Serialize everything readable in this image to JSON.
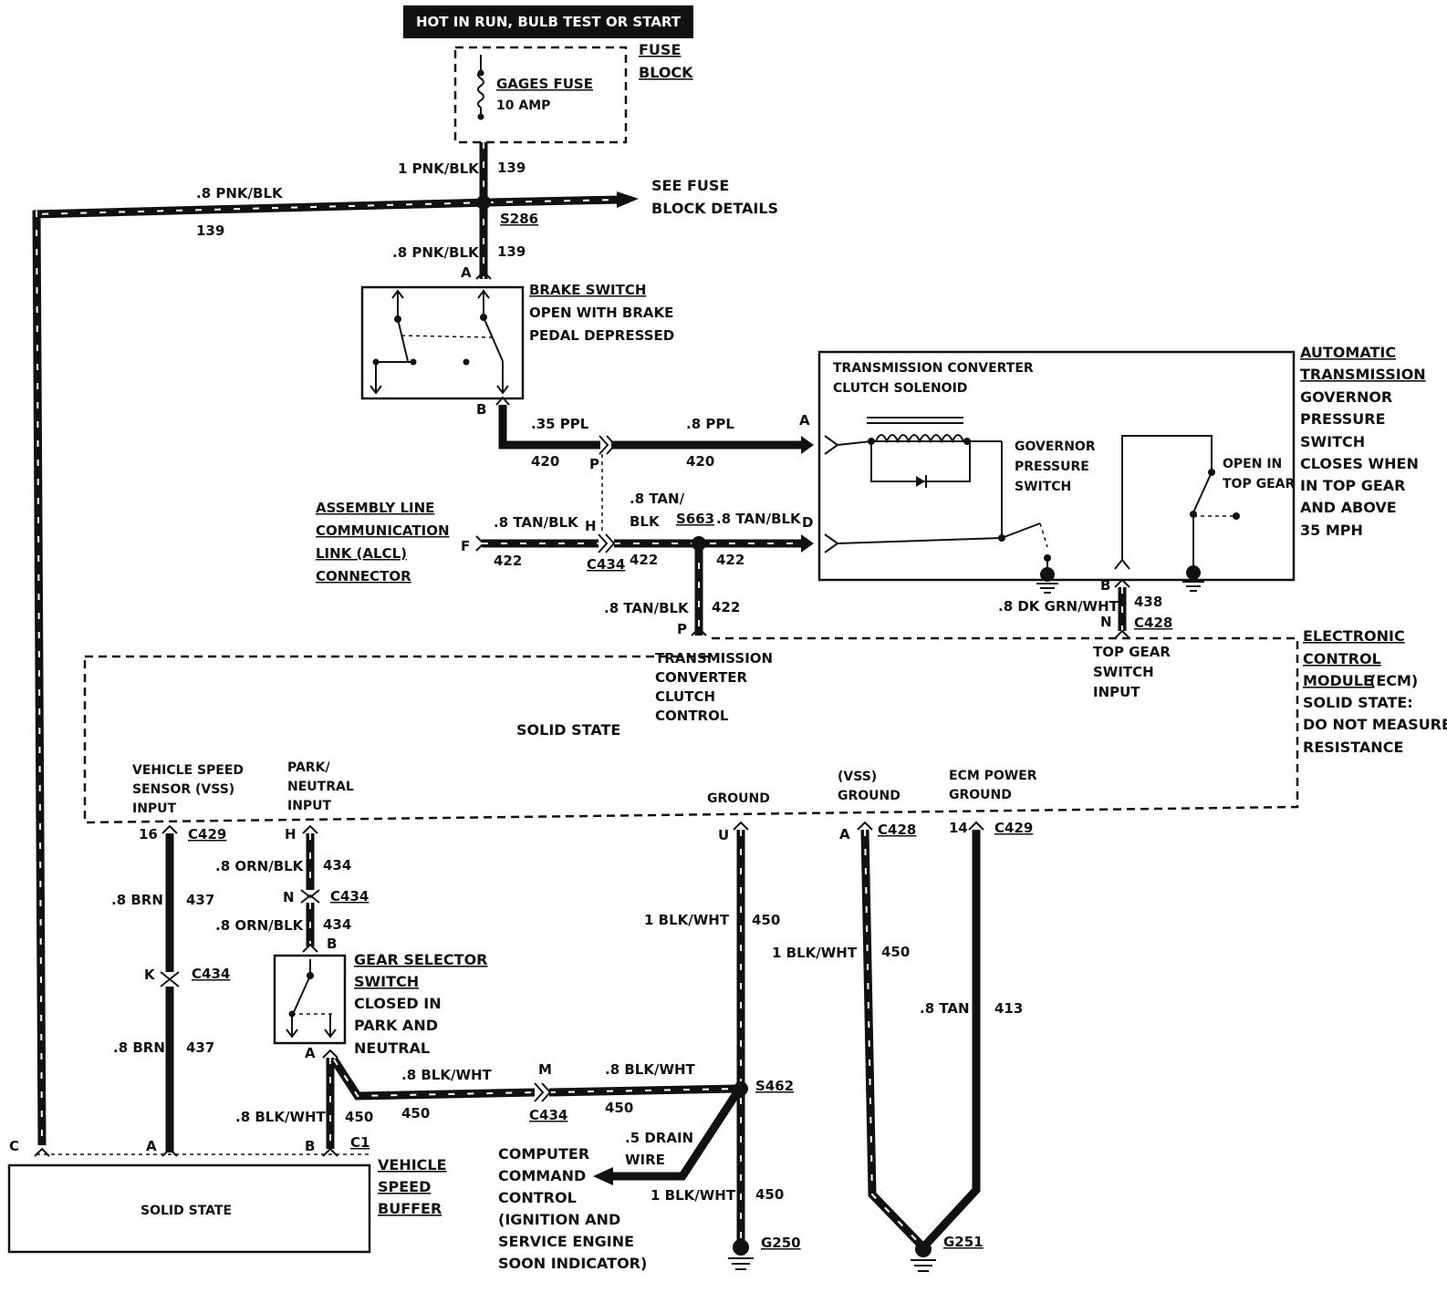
{
  "header": {
    "title": "HOT IN RUN, BULB TEST OR START"
  },
  "fuse_block": {
    "label_line1": "FUSE",
    "label_line2": "BLOCK",
    "fuse_name": "GAGES FUSE",
    "fuse_rating": "10 AMP"
  },
  "wires": {
    "w139_top_gauge": "1 PNK/BLK",
    "w139_top_num": "139",
    "w139_left_gauge": ".8 PNK/BLK",
    "w139_left_num": "139",
    "w139_mid_gauge": ".8 PNK/BLK",
    "w139_mid_num": "139",
    "w420_a_gauge": ".35 PPL",
    "w420_a_num": "420",
    "w420_b_gauge": ".8 PPL",
    "w420_b_num": "420",
    "w422_a_gauge": ".8 TAN/BLK",
    "w422_a_num": "422",
    "w422_b_gauge_1": ".8 TAN/",
    "w422_b_gauge_2": "BLK",
    "w422_b_num": "422",
    "w422_c_gauge": ".8 TAN/BLK",
    "w422_c_num": "422",
    "w422_d_gauge": ".8 TAN/BLK",
    "w422_d_num": "422",
    "w438_gauge": ".8 DK GRN/WHT",
    "w438_num": "438",
    "w437_a_gauge": ".8 BRN",
    "w437_a_num": "437",
    "w437_b_gauge": ".8 BRN",
    "w437_b_num": "437",
    "w434_a_gauge": ".8 ORN/BLK",
    "w434_a_num": "434",
    "w434_b_gauge": ".8 ORN/BLK",
    "w434_b_num": "434",
    "w450_a_gauge": ".8 BLK/WHT",
    "w450_a_num": "450",
    "w450_b_gauge": ".8 BLK/WHT",
    "w450_b_num": "450",
    "w450_c_gauge": ".8 BLK/WHT",
    "w450_c_num": "450",
    "w450_d_num": "450",
    "w450_e_gauge": "1 BLK/WHT",
    "w450_e_num": "450",
    "w450_f_gauge": "1 BLK/WHT",
    "w450_f_num": "450",
    "w450_g_gauge": "1 BLK/WHT",
    "w450_g_num": "450",
    "w413_gauge": ".8 TAN",
    "w413_num": "413",
    "drain_line1": ".5 DRAIN",
    "drain_line2": "WIRE"
  },
  "splices": {
    "s286": "S286",
    "s663": "S663",
    "s462": "S462"
  },
  "connectors": {
    "c434": "C434",
    "c428": "C428",
    "c429": "C429",
    "c1": "C1"
  },
  "pins": {
    "A": "A",
    "B": "B",
    "C": "C",
    "D": "D",
    "F": "F",
    "H": "H",
    "K": "K",
    "M": "M",
    "N": "N",
    "P": "P",
    "U": "U",
    "p14": "14",
    "p16": "16"
  },
  "fuse_detail": {
    "line1": "SEE FUSE",
    "line2": "BLOCK DETAILS"
  },
  "brake_switch": {
    "title": "BRAKE SWITCH",
    "line2": "OPEN WITH BRAKE",
    "line3": "PEDAL DEPRESSED"
  },
  "trans_box": {
    "solenoid_line1": "TRANSMISSION CONVERTER",
    "solenoid_line2": "CLUTCH SOLENOID",
    "gov_line1": "GOVERNOR",
    "gov_line2": "PRESSURE",
    "gov_line3": "SWITCH",
    "topgear_line1": "OPEN IN",
    "topgear_line2": "TOP GEAR"
  },
  "auto_trans": {
    "line1": "AUTOMATIC",
    "line2": "TRANSMISSION",
    "line3": "GOVERNOR",
    "line4": "PRESSURE",
    "line5": "SWITCH",
    "line6": "CLOSES WHEN",
    "line7": "IN TOP GEAR",
    "line8": "AND ABOVE",
    "line9": "35 MPH"
  },
  "alcl": {
    "line1": "ASSEMBLY LINE",
    "line2": "COMMUNICATION",
    "line3": "LINK (ALCL)",
    "line4": "CONNECTOR"
  },
  "ecm": {
    "line1": "ELECTRONIC",
    "line2": "CONTROL",
    "line3": "MODULE",
    "line3b": "(ECM)",
    "line4": "SOLID STATE:",
    "line5": "DO NOT MEASURE",
    "line6": "RESISTANCE",
    "solid_state": "SOLID STATE",
    "tcc_line1": "TRANSMISSION",
    "tcc_line2": "CONVERTER",
    "tcc_line3": "CLUTCH",
    "tcc_line4": "CONTROL",
    "topgear_in_1": "TOP GEAR",
    "topgear_in_2": "SWITCH",
    "topgear_in_3": "INPUT",
    "vss_in_1": "VEHICLE SPEED",
    "vss_in_2": "SENSOR (VSS)",
    "vss_in_3": "INPUT",
    "pn_in_1": "PARK/",
    "pn_in_2": "NEUTRAL",
    "pn_in_3": "INPUT",
    "ground": "GROUND",
    "vss_gnd_1": "(VSS)",
    "vss_gnd_2": "GROUND",
    "ecm_pwr_1": "ECM POWER",
    "ecm_pwr_2": "GROUND"
  },
  "gear_selector": {
    "line1": "GEAR SELECTOR",
    "line2": "SWITCH",
    "line3": "CLOSED IN",
    "line4": "PARK AND",
    "line5": "NEUTRAL"
  },
  "vsb": {
    "inner": "SOLID STATE",
    "line1": "VEHICLE",
    "line2": "SPEED",
    "line3": "BUFFER"
  },
  "ccc": {
    "line1": "COMPUTER",
    "line2": "COMMAND",
    "line3": "CONTROL",
    "line4": "(IGNITION AND",
    "line5": "SERVICE ENGINE",
    "line6": "SOON INDICATOR)"
  },
  "grounds": {
    "g250": "G250",
    "g251": "G251"
  }
}
